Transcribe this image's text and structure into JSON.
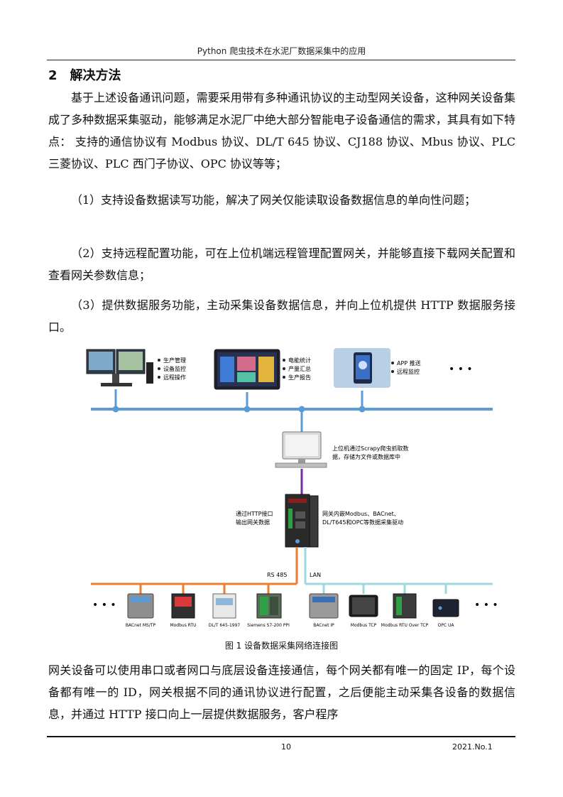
{
  "header": {
    "title": "Python 爬虫技术在水泥厂数据采集中的应用"
  },
  "section": {
    "number": "2",
    "title": "解决方法"
  },
  "paragraphs": {
    "intro": "基于上述设备通讯问题，需要采用带有多种通讯协议的主动型网关设备，这种网关设备集成了多种数据采集驱动，能够满足水泥厂中绝大部分智能电子设备通信的需求，其具有如下特点： 支持的通信协议有 Modbus 协议、DL/T 645 协议、CJ188 协议、Mbus 协议、PLC 三菱协议、PLC 西门子协议、OPC 协议等等；",
    "item1": "（1）支持设备数据读写功能，解决了网关仅能读取设备数据信息的单向性问题；",
    "item2": "（2）支持远程配置功能，可在上位机端远程管理配置网关，并能够直接下载网关配置和查看网关参数信息；",
    "item3": "（3）提供数据服务功能，主动采集设备数据信息，并向上位机提供 HTTP 数据服务接口。",
    "after": "网关设备可以使用串口或者网口与底层设备连接通信，每个网关都有唯一的固定 IP，每个设备都有唯一的 ID，网关根据不同的通讯协议进行配置，之后便能主动采集各设备的数据信息，并通过 HTTP 接口向上一层提供数据服务，客户程序"
  },
  "figure": {
    "caption": "图 1  设备数据采集网络连接图",
    "top_groups": [
      {
        "bullets": [
          "生产管理",
          "设备监控",
          "远程操作"
        ]
      },
      {
        "bullets": [
          "电能统计",
          "产量汇总",
          "生产报告"
        ]
      },
      {
        "bullets": [
          "APP 推送",
          "远程监控"
        ]
      }
    ],
    "ellipsis": "• • •",
    "host_note_1": "上位机通过Scrapy爬虫抓取数",
    "host_note_2": "据，存储为文件或数据库中",
    "gateway_left_1": "通过HTTP接口",
    "gateway_left_2": "输出网关数据",
    "gateway_right_1": "网关内嵌Modbus、BACnet、",
    "gateway_right_2": "DL/T645和OPC等数据采集驱动",
    "rs485_label": "RS 485",
    "lan_label": "LAN",
    "devices_rs485": [
      "BACnet MS/TP",
      "Modbus RTU",
      "DL/T 645-1997",
      "Siemens S7-200 PPI"
    ],
    "devices_lan": [
      "BACnet IP",
      "Modbus TCP",
      "Modbus RTU Over TCP",
      "OPC UA"
    ],
    "colors": {
      "bus_top": "#5b9bd5",
      "host_link": "#7030a0",
      "rs485": "#ed7d31",
      "lan": "#9dd8e0"
    }
  },
  "footer": {
    "page": "10",
    "issue": "2021.No.1"
  }
}
